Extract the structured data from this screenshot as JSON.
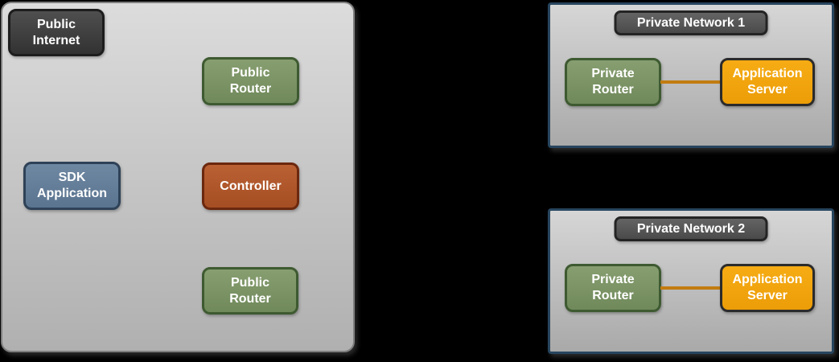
{
  "diagram": {
    "background_color": "#000000",
    "colors": {
      "public_zone_fill": "#c8c8c8",
      "public_zone_border": "#7e7e7e",
      "private_zone_fill": "#c2c2c2",
      "private_zone_border": "#27455e",
      "dark_node_fill": "#3f3f3f",
      "green_node_fill": "#7d9466",
      "blue_node_fill": "#67809b",
      "rust_node_fill": "#b05a2d",
      "orange_node_fill": "#f0a30f",
      "connector_line": "#c27c10",
      "label_text": "#ffffff"
    },
    "public_zone": {
      "nodes": [
        {
          "id": "public-internet",
          "label": "Public\nInternet",
          "type": "dark"
        },
        {
          "id": "public-router-top",
          "label": "Public\nRouter",
          "type": "green"
        },
        {
          "id": "sdk-application",
          "label": "SDK\nApplication",
          "type": "blue"
        },
        {
          "id": "controller",
          "label": "Controller",
          "type": "rust"
        },
        {
          "id": "public-router-bottom",
          "label": "Public\nRouter",
          "type": "green"
        }
      ]
    },
    "private_networks": [
      {
        "title": "Private Network 1",
        "nodes": [
          {
            "id": "private-router",
            "label": "Private\nRouter",
            "type": "green"
          },
          {
            "id": "application-server",
            "label": "Application\nServer",
            "type": "orange"
          }
        ]
      },
      {
        "title": "Private Network 2",
        "nodes": [
          {
            "id": "private-router",
            "label": "Private\nRouter",
            "type": "green"
          },
          {
            "id": "application-server",
            "label": "Application\nServer",
            "type": "orange"
          }
        ]
      }
    ]
  }
}
